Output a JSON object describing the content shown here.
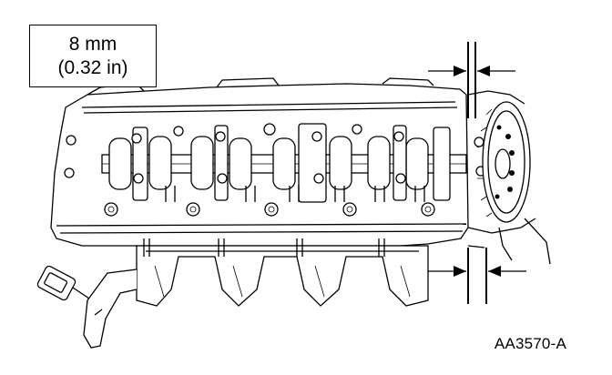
{
  "spec": {
    "metric": "8 mm",
    "imperial": "(0.32 in)"
  },
  "figure_id": "AA3570-A"
}
